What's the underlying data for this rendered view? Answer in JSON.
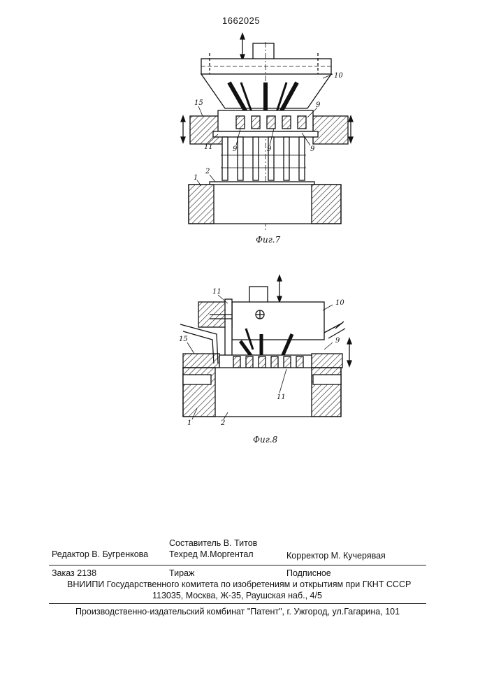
{
  "header": {
    "patent_number": "1662025"
  },
  "figures": [
    {
      "caption": "Фиг.7",
      "labels": {
        "l10": "10",
        "l15": "15",
        "l9a": "9",
        "l11": "11",
        "l9b": "9",
        "l9c": "9",
        "l9d": "9",
        "l2": "2",
        "l1": "1"
      }
    },
    {
      "caption": "Фиг.8",
      "labels": {
        "l11a": "11",
        "l10": "10",
        "l15": "15",
        "l9": "9",
        "l11b": "11",
        "l1": "1",
        "l2": "2"
      }
    }
  ],
  "colophon": {
    "editor": "Редактор  В. Бугренкова",
    "compiler": "Составитель  В. Титов",
    "techred": "Техред М.Моргентал",
    "corrector": "Корректор М. Кучерявая",
    "order": "Заказ  2138",
    "circulation": "Тираж",
    "subscription": "Подписное",
    "vniipi": "ВНИИПИ Государственного комитета по изобретениям и открытиям при ГКНТ СССР",
    "address": "113035, Москва, Ж-35, Раушская наб., 4/5",
    "printer": "Производственно-издательский комбинат \"Патент\", г. Ужгород, ул.Гагарина, 101"
  }
}
